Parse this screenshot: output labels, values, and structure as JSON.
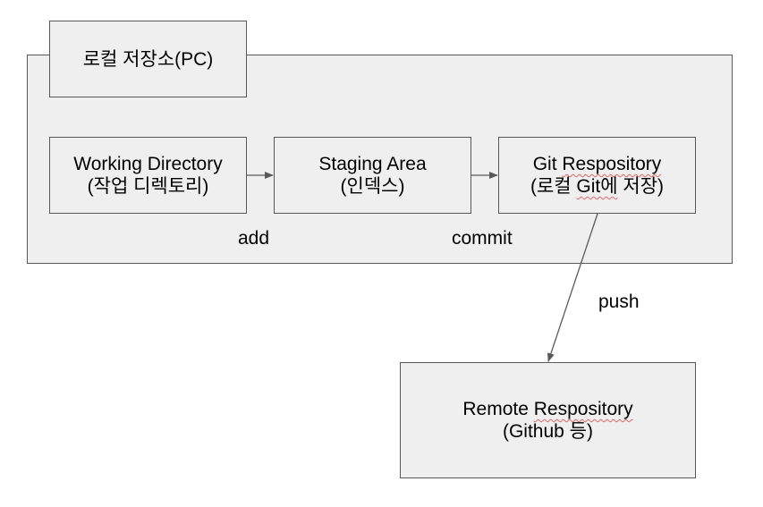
{
  "diagram": {
    "container_title": "로컬 저장소(PC)",
    "working_directory": {
      "line1": "Working Directory",
      "line2": "(작업 디렉토리)"
    },
    "staging_area": {
      "line1": "Staging Area",
      "line2": "(인덱스)"
    },
    "git_repository": {
      "line1_a": "Git ",
      "line1_b": "Respository",
      "line2_a": "(로컬 ",
      "line2_b": "Git에",
      "line2_c": " 저장)"
    },
    "remote_repository": {
      "line1_a": "Remote ",
      "line1_b": "Respository",
      "line2": "(Github 등)"
    },
    "edge_labels": {
      "add": "add",
      "commit": "commit",
      "push": "push"
    }
  }
}
